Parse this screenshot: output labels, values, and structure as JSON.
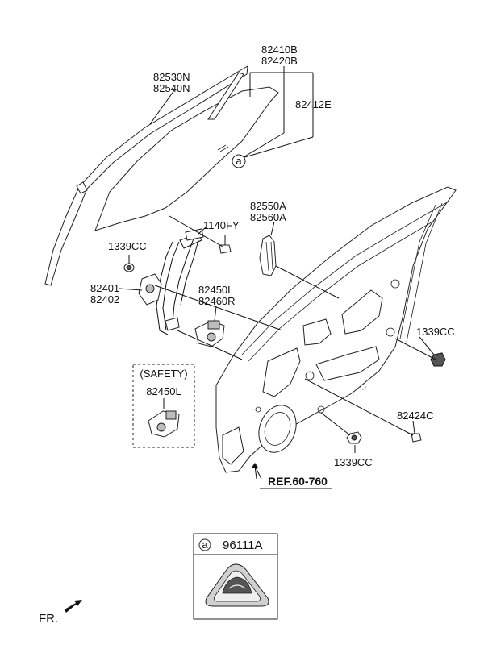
{
  "parts": {
    "glass_upper": "82410B",
    "glass_lower": "82420B",
    "run_upper": "82530N",
    "run_lower": "82540N",
    "glass_seal": "82412E",
    "bolt": "1140FY",
    "channel_upper": "82550A",
    "channel_lower": "82560A",
    "nut_left": "1339CC",
    "nut_right": "1339CC",
    "nut_bottom": "1339CC",
    "regulator_upper": "82401",
    "regulator_lower": "82402",
    "motor_upper": "82450L",
    "motor_lower": "82460R",
    "safety_title": "(SAFETY)",
    "safety_motor": "82450L",
    "screw": "82424C",
    "ref": "REF.60-760",
    "callout_letter": "a",
    "legend_letter": "a",
    "legend_part": "96111A",
    "front_label": "FR."
  }
}
